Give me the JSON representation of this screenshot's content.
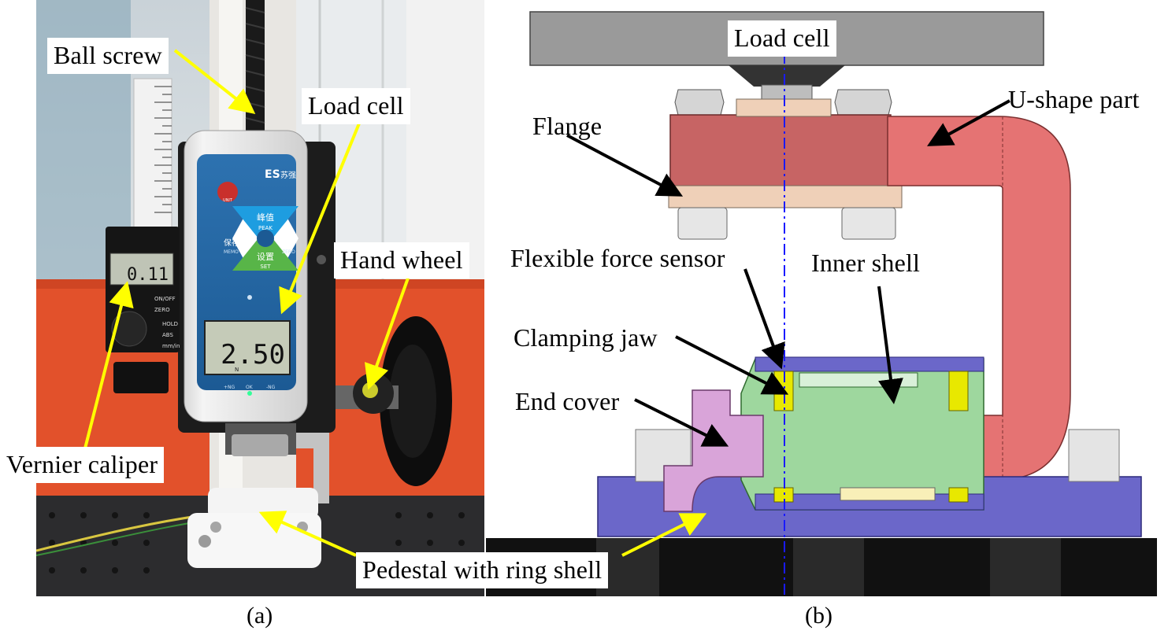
{
  "panel_a": {
    "labels": {
      "ball_screw": "Ball screw",
      "load_cell": "Load cell",
      "hand_wheel": "Hand wheel",
      "vernier_caliper": "Vernier caliper",
      "pedestal": "Pedestal with ring shell"
    },
    "device": {
      "brand": "ES",
      "brand_cn": "苏强",
      "readout": "2.50",
      "unit": "N",
      "btn_peak_cn": "峰值",
      "btn_peak": "PEAK",
      "btn_memo_cn": "保存",
      "btn_memo": "MEMO",
      "btn_zero_cn": "置零",
      "btn_zero": "ZERO",
      "btn_set_cn": "设置",
      "btn_set": "SET",
      "btn_unit": "UNIT",
      "status_left": "+NG",
      "status_mid": "OK",
      "status_right": "-NG"
    },
    "caliper": {
      "readout": "0.11",
      "btn_on": "ON/OFF",
      "btn_zero": "ZERO",
      "btn_hold": "HOLD",
      "btn_abs": "ABS",
      "btn_mm": "mm/in"
    },
    "caption": "(a)"
  },
  "panel_b": {
    "labels": {
      "load_cell": "Load cell",
      "flange": "Flange",
      "u_shape": "U-shape part",
      "flexible_sensor": "Flexible force sensor",
      "inner_shell": "Inner shell",
      "clamping_jaw": "Clamping jaw",
      "end_cover": "End cover"
    },
    "caption": "(b)"
  },
  "colors": {
    "arrow_yellow": "#ffff00",
    "arrow_black": "#000000",
    "u_shape": "#e57373",
    "pedestal": "#6b67c9",
    "inner_shell": "#9ed79e",
    "end_cover": "#d9a4d9",
    "flange": "#efd0b8",
    "jaw": "#e8e800",
    "load_cell_gray": "#9a9a9a",
    "background_wall": "#e2512b"
  }
}
